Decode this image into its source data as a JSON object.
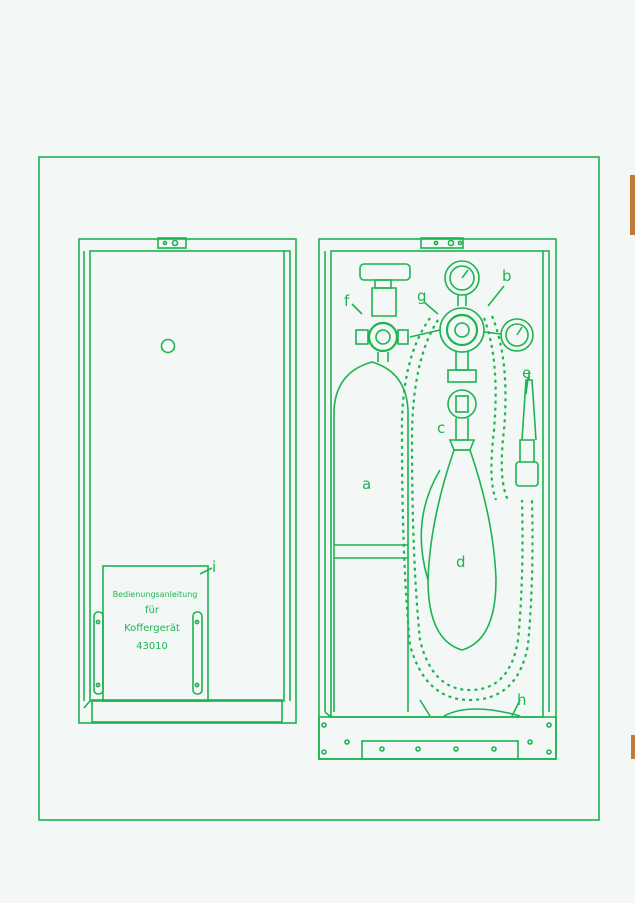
{
  "colors": {
    "ink": "#1db351",
    "paper": "#f3f8f6",
    "stain": "#c07a3a"
  },
  "labels": {
    "a": "a",
    "b": "b",
    "c": "c",
    "d": "d",
    "e": "e",
    "f": "f",
    "g": "g",
    "h": "h",
    "i": "i"
  },
  "manual_card": {
    "line1": "Bedienungsanleitung",
    "line2": "für",
    "line3": "Koffergerät",
    "line4": "43010"
  }
}
